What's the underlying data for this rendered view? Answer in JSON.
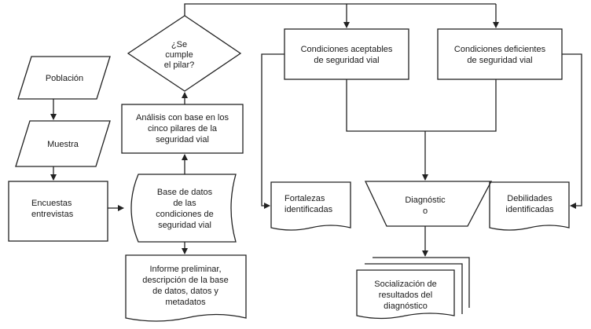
{
  "nodes": {
    "poblacion": [
      "Población"
    ],
    "muestra": [
      "Muestra"
    ],
    "encuestas": [
      "Encuestas",
      "entrevistas"
    ],
    "pilar": [
      "¿Se",
      "cumple",
      "el pilar?"
    ],
    "analisis": [
      "Análisis con base en los",
      "cinco pilares de la",
      "seguridad vial"
    ],
    "base_datos": [
      "Base de datos",
      "de las",
      "condiciones de",
      "seguridad vial"
    ],
    "informe": [
      "Informe preliminar,",
      "descripción de la base",
      "de datos, datos y",
      "metadatos"
    ],
    "aceptables": [
      "Condiciones aceptables",
      "de seguridad vial"
    ],
    "deficientes": [
      "Condiciones deficientes",
      "de seguridad vial"
    ],
    "fortalezas": [
      "Fortalezas",
      "identificadas"
    ],
    "diagnostico": [
      "Diagnóstic",
      "o"
    ],
    "debilidades": [
      "Debilidades",
      "identificadas"
    ],
    "socializacion": [
      "Socialización de",
      "resultados del",
      "diagnóstico"
    ]
  }
}
